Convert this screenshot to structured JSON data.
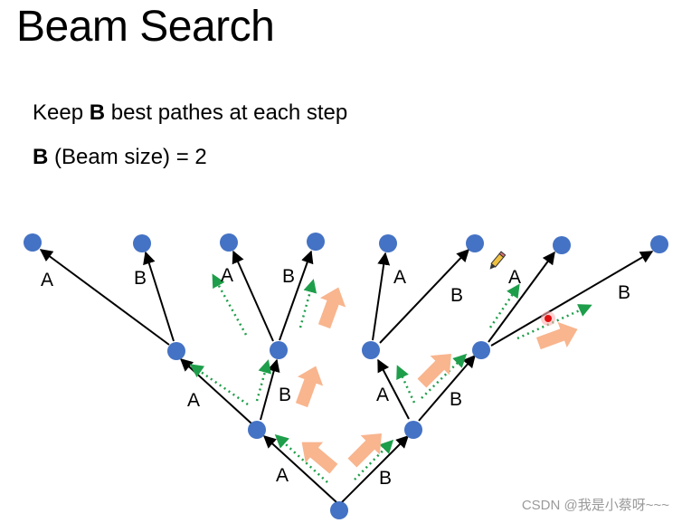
{
  "slide": {
    "title": "Beam Search",
    "line1": {
      "prefix": "Keep ",
      "bold": "B",
      "suffix": " best pathes at each step"
    },
    "line2": {
      "bold": "B",
      "suffix": " (Beam size) = 2"
    }
  },
  "tree": {
    "node_color": "#4472C4",
    "edge_color": "#000000",
    "beam_arrow_color": "#F8B58E",
    "dotted_arrow_color": "#1E9E4A",
    "edge_labels": [
      "A",
      "B",
      "A",
      "B",
      "A",
      "B",
      "A",
      "B",
      "A",
      "B",
      "A",
      "B",
      "A",
      "B"
    ]
  },
  "watermark": "CSDN @我是小蔡呀~~~"
}
